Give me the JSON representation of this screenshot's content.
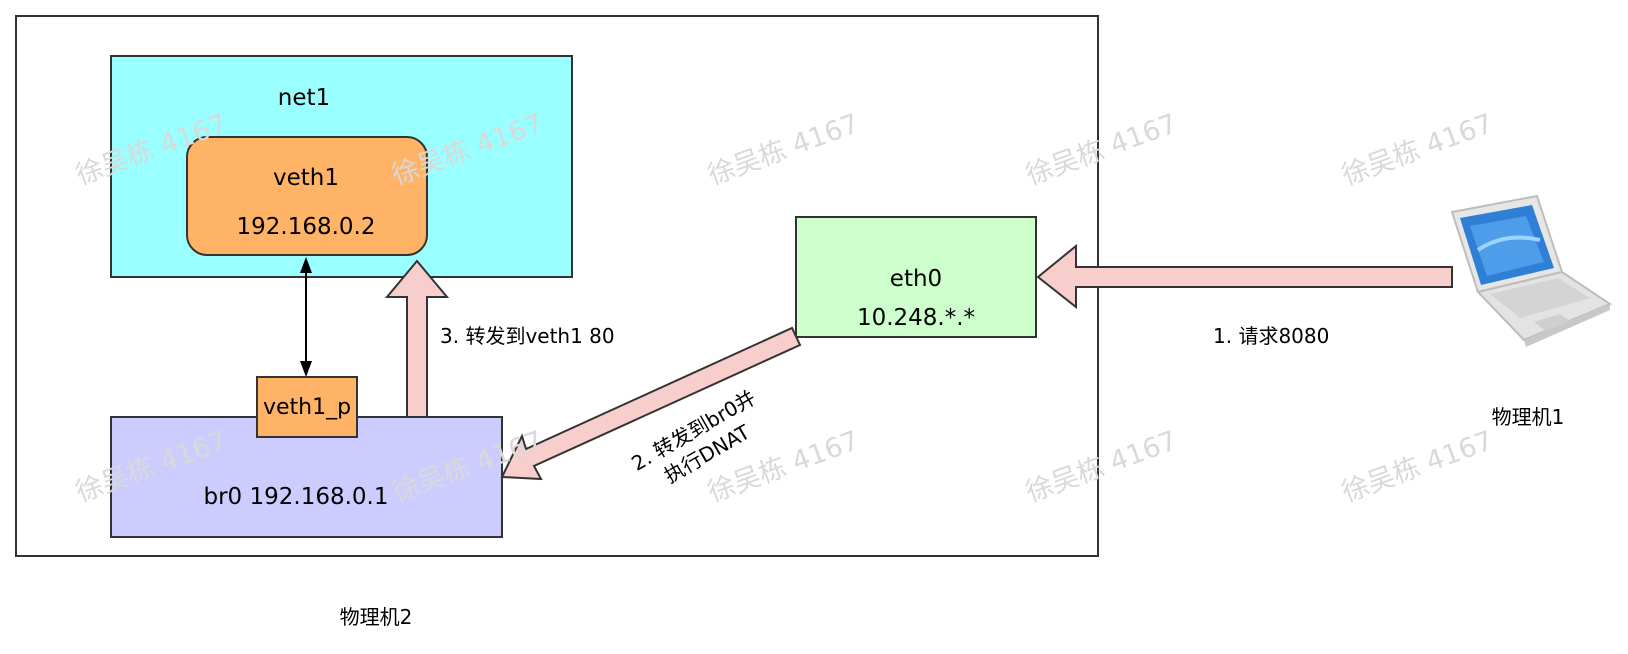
{
  "watermark": "徐吴栋 4167",
  "host2": {
    "label": "物理机2",
    "net1": {
      "label": "net1",
      "veth1": {
        "name": "veth1",
        "ip": "192.168.0.2"
      }
    },
    "br0": {
      "label": "br0 192.168.0.1",
      "port": "veth1_p"
    },
    "eth0": {
      "name": "eth0",
      "ip": "10.248.*.*"
    }
  },
  "host1": {
    "label": "物理机1",
    "icon": "laptop-icon"
  },
  "steps": {
    "step1": "1. 请求8080",
    "step2_line1": "2. 转发到br0并",
    "step2_line2": "执行DNAT",
    "step3": "3. 转发到veth1 80"
  },
  "colors": {
    "net1_fill": "#99ffff",
    "veth1_fill": "#ffb366",
    "veth1_p_fill": "#ffb366",
    "br0_fill": "#ccccff",
    "eth0_fill": "#ccffcc",
    "arrow_fill": "#f8cecc"
  }
}
